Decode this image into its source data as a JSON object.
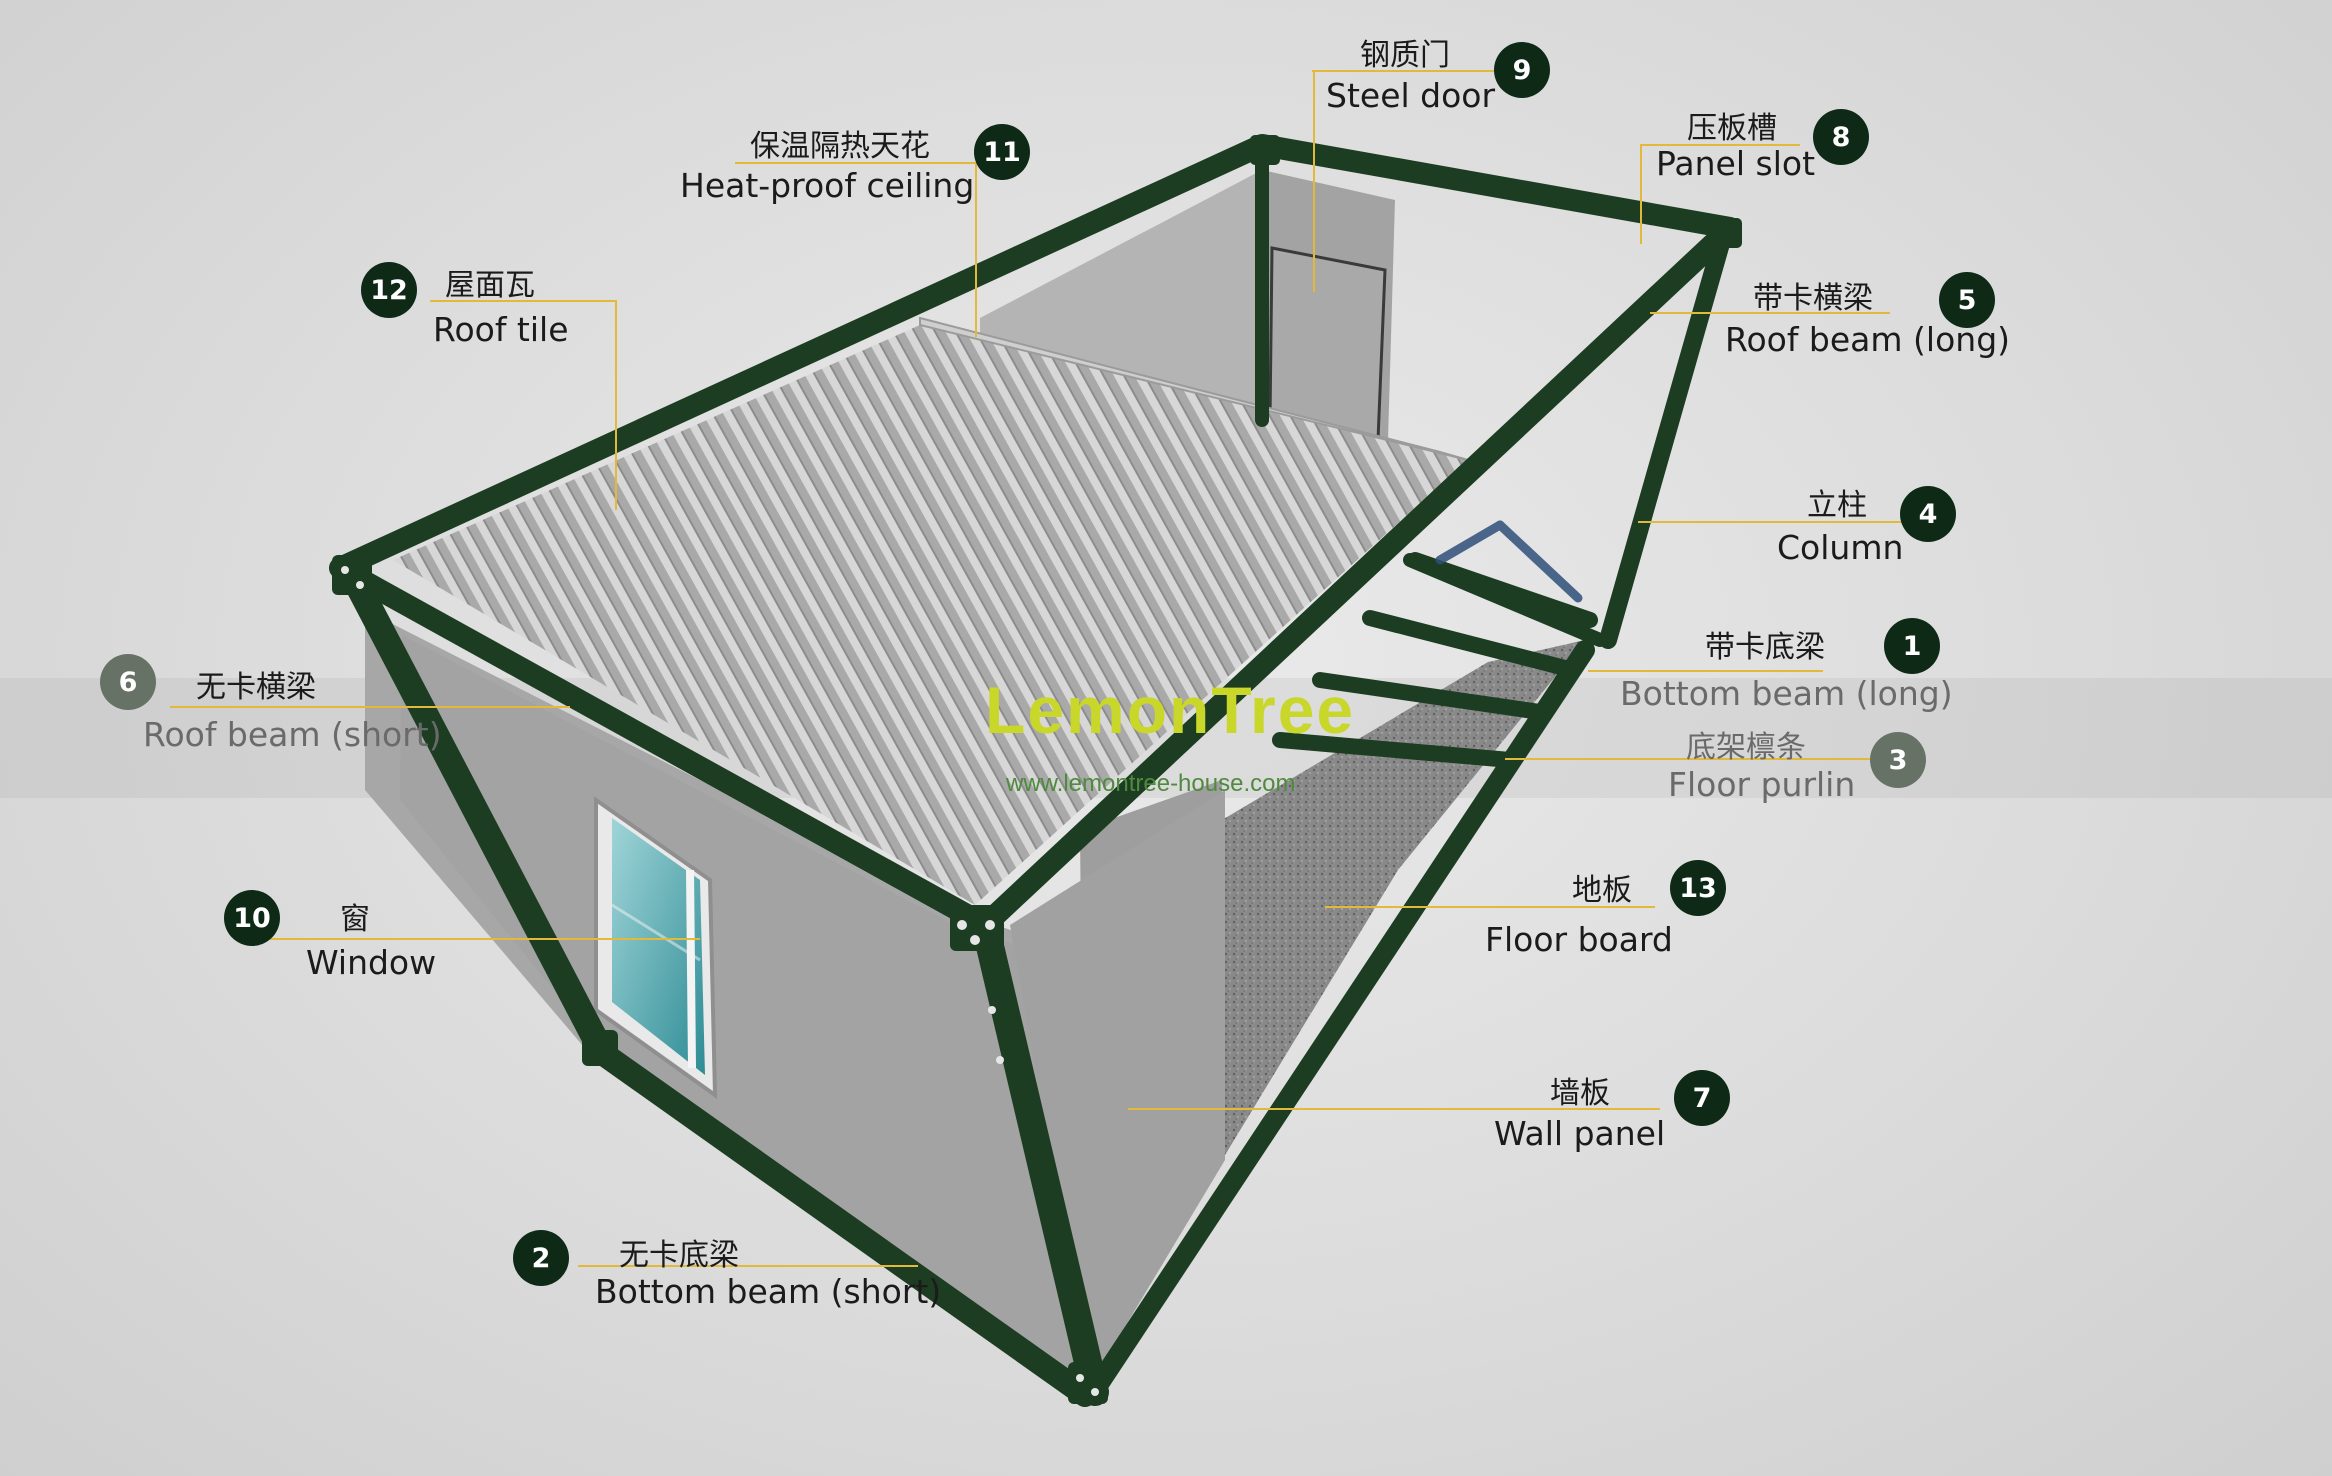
{
  "brand": {
    "name": "LemonTree",
    "url": "www.lemontree-house.com",
    "color": "#c9d62a"
  },
  "frame_color": "#1d3d22",
  "callout_color": "#0e2a17",
  "leader_color": "#e2b93b",
  "callouts": [
    {
      "num": "1",
      "zh": "带卡底梁",
      "en": "Bottom beam (long)"
    },
    {
      "num": "2",
      "zh": "无卡底梁",
      "en": "Bottom beam (short)"
    },
    {
      "num": "3",
      "zh": "底架檩条",
      "en": "Floor purlin"
    },
    {
      "num": "4",
      "zh": "立柱",
      "en": "Column"
    },
    {
      "num": "5",
      "zh": "带卡横梁",
      "en": "Roof beam (long)"
    },
    {
      "num": "6",
      "zh": "无卡横梁",
      "en": "Roof beam (short)"
    },
    {
      "num": "7",
      "zh": "墙板",
      "en": "Wall panel"
    },
    {
      "num": "8",
      "zh": "压板槽",
      "en": "Panel slot"
    },
    {
      "num": "9",
      "zh": "钢质门",
      "en": "Steel door"
    },
    {
      "num": "10",
      "zh": "窗",
      "en": "Window"
    },
    {
      "num": "11",
      "zh": "保温隔热天花",
      "en": "Heat-proof ceiling"
    },
    {
      "num": "12",
      "zh": "屋面瓦",
      "en": "Roof tile"
    },
    {
      "num": "13",
      "zh": "地板",
      "en": "Floor board"
    }
  ]
}
